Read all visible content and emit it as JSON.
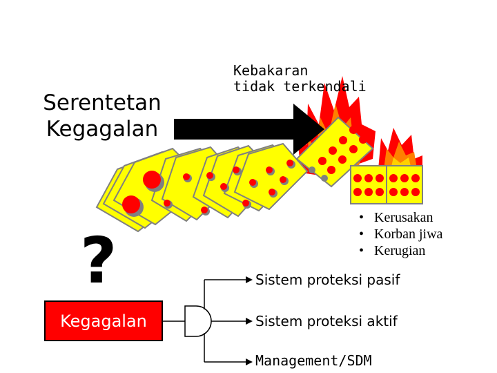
{
  "texts": {
    "series_heading_line1": "Serentetan",
    "series_heading_line2": "Kegagalan",
    "fire_label_line1": "Kebakaran",
    "fire_label_line2": "tidak terkendali",
    "question_mark": "?",
    "failure_box": "Kegagalan"
  },
  "consequences": [
    "Kerusakan",
    "Korban jiwa",
    "Kerugian"
  ],
  "protection_systems": [
    "Sistem proteksi pasif",
    "Sistem proteksi aktif",
    "Management/SDM"
  ],
  "colors": {
    "domino_face": "#ffff00",
    "domino_border": "#808080",
    "pip": "#ff0000",
    "pip_shadow": "#808080",
    "flame_outer": "#ff0000",
    "flame_mid": "#ff8000",
    "flame_inner": "#ffd000",
    "arrow": "#000000",
    "failure_box": "#ff0000"
  }
}
